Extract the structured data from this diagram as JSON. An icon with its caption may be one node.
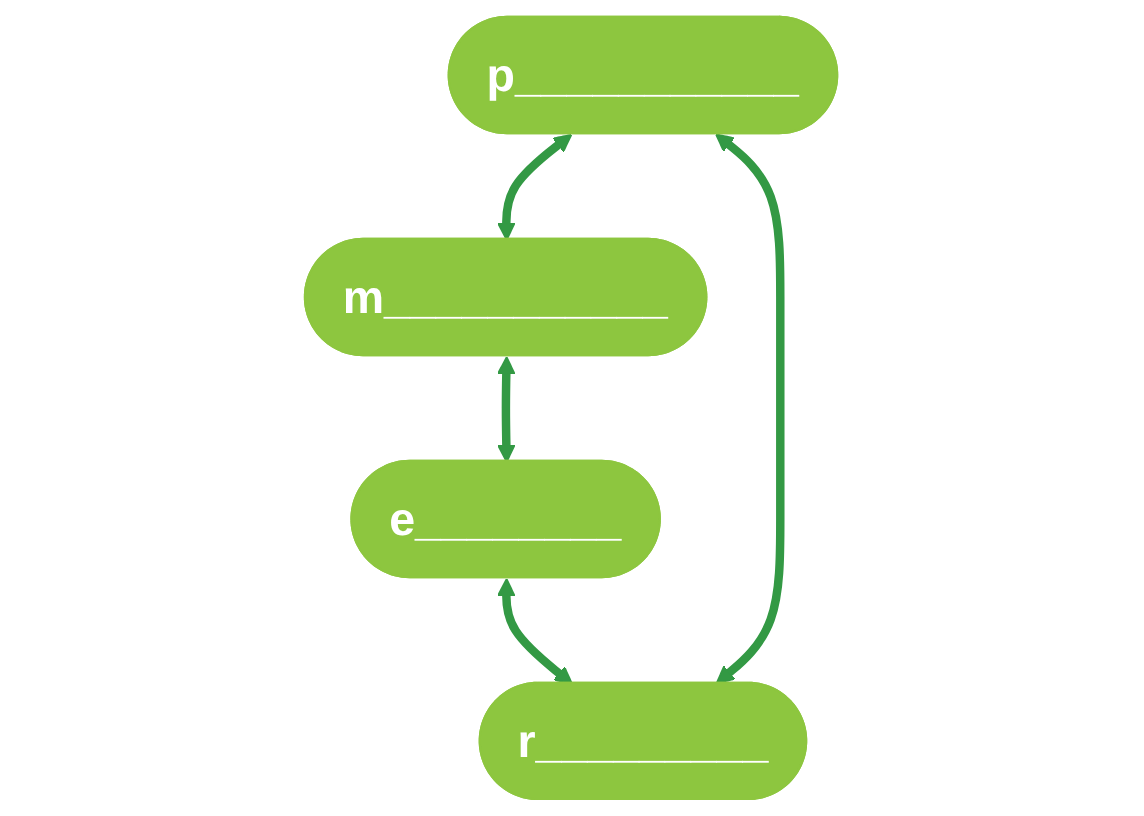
{
  "diagram": {
    "nodes": [
      {
        "text": [
          "p___________"
        ]
      },
      {
        "text": [
          "r_________"
        ]
      },
      {
        "text": [
          "m___________"
        ]
      },
      {
        "text": [
          "e________"
        ]
      }
    ],
    "edges": [
      {
        "from": 0,
        "to": 2,
        "arrow": "both"
      },
      {
        "from": 2,
        "to": 3,
        "arrow": "both"
      },
      {
        "from": 3,
        "to": 1,
        "arrow": "both"
      },
      {
        "from": 1,
        "to": 0,
        "arrow": "both"
      }
    ]
  }
}
